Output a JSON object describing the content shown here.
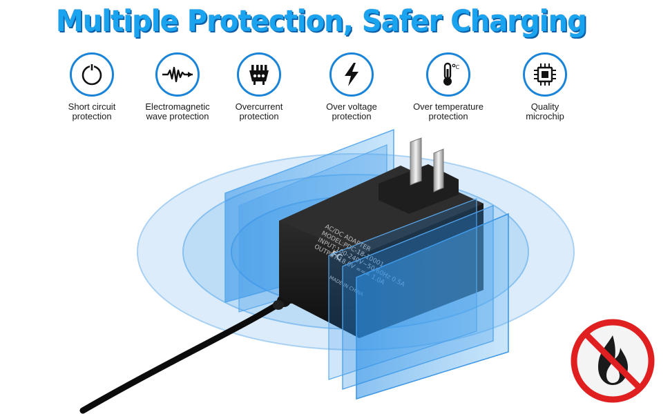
{
  "headline": "Multiple Protection, Safer Charging",
  "colors": {
    "headline": "#1aa3ee",
    "icon_ring": "#1a84d8",
    "shield_blue": "#2a8fe6",
    "prohibit_red": "#e02020"
  },
  "features": [
    {
      "label": "Short circuit\nprotection",
      "icon": "power-icon"
    },
    {
      "label": "Electromagnetic\nwave protection",
      "icon": "wave-icon"
    },
    {
      "label": "Overcurrent\nprotection",
      "icon": "current-icon"
    },
    {
      "label": "Over voltage\nprotection",
      "icon": "lightning-icon"
    },
    {
      "label": "Over temperature\nprotection",
      "icon": "thermometer-icon"
    },
    {
      "label": "Quality\nmicrochip",
      "icon": "chip-icon"
    }
  ],
  "adapter": {
    "line1": "AC/DC ADAPTER",
    "line2": "MODEL:PDC-18-10001",
    "line3": "INPUT:100-240V~50/60Hz 0.5A",
    "line4": "OUTPUT:18.0V === 1.0A",
    "made_in": "MADE IN CHINA"
  },
  "no_fire_icon": "no-fire-icon"
}
